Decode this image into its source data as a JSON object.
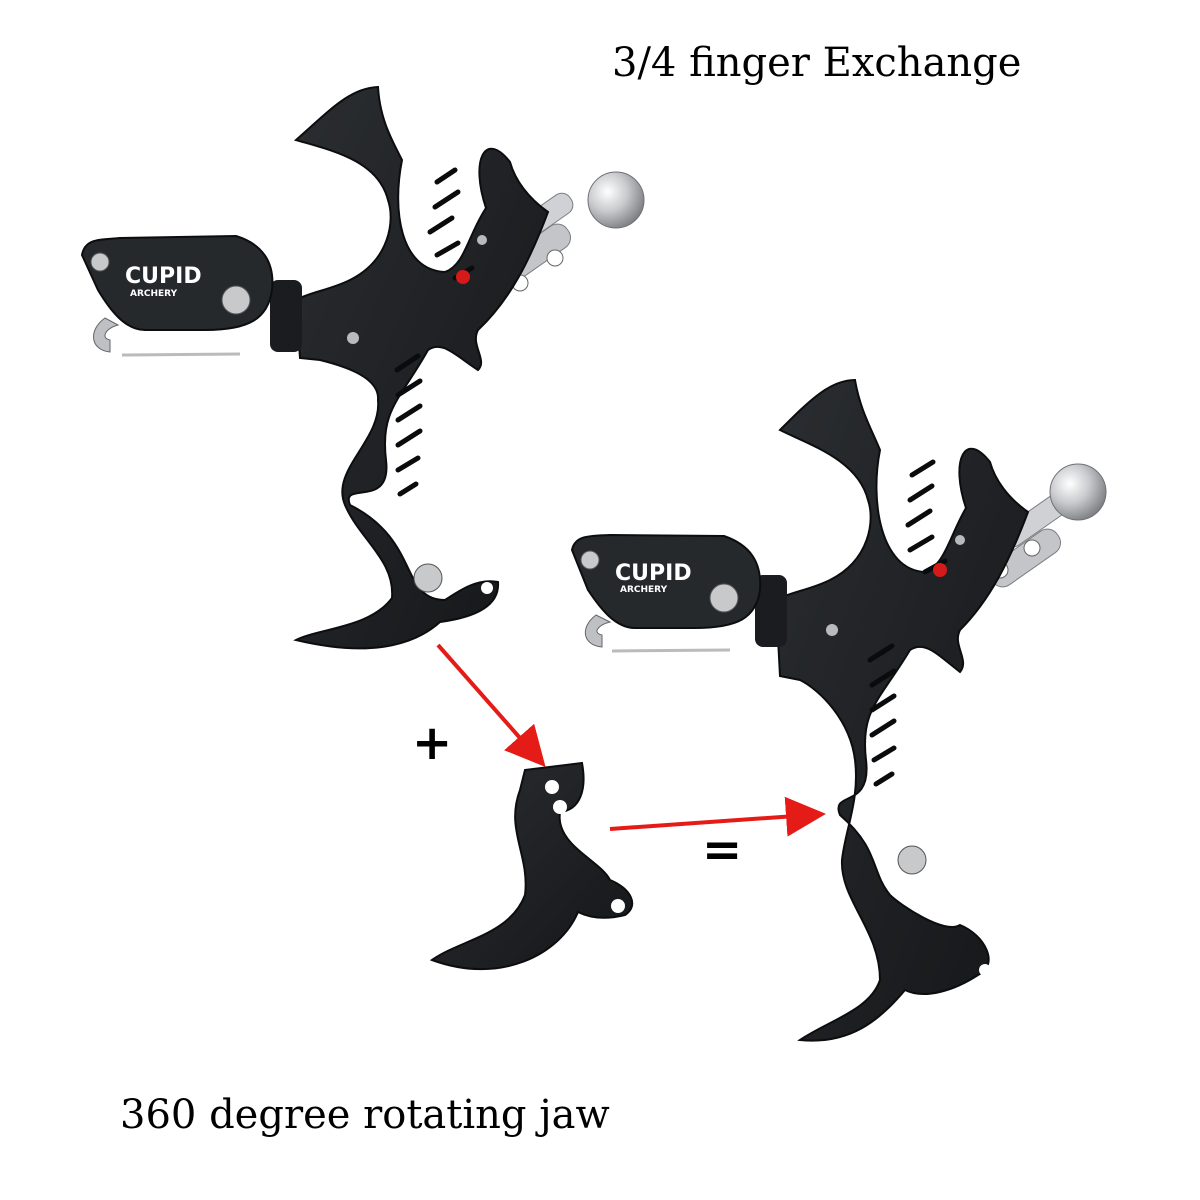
{
  "title": "3/4 finger Exchange",
  "subtitle": "360 degree rotating jaw",
  "operators": {
    "plus": "+",
    "equals": "="
  },
  "brand": {
    "logo_text": "CUPID",
    "logo_sub": "ARCHERY"
  },
  "colors": {
    "body": "#1e2023",
    "body_edge": "#0c0d0f",
    "groove": "#0a0b0c",
    "metal": "#c8c9cb",
    "arrow": "#e41b17",
    "indicator": "#d61a1a"
  }
}
